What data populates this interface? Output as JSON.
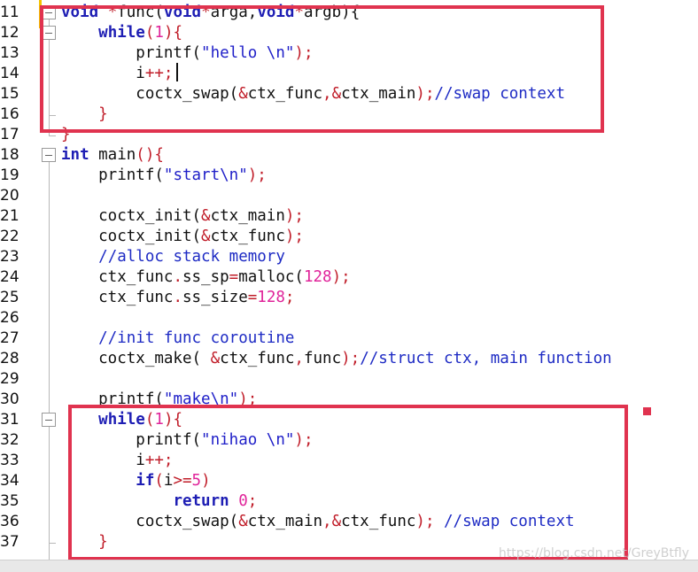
{
  "lines": [
    {
      "n": "11",
      "tokens": [
        [
          "kw",
          "void"
        ],
        [
          "op",
          " *"
        ],
        [
          "txt",
          "func("
        ],
        [
          "kw",
          "void"
        ],
        [
          "op",
          "*"
        ],
        [
          "txt",
          "arga,"
        ],
        [
          "kw",
          "void"
        ],
        [
          "op",
          "*"
        ],
        [
          "txt",
          "argb){"
        ]
      ]
    },
    {
      "n": "12",
      "tokens": [
        [
          "txt",
          "    "
        ],
        [
          "kw",
          "while"
        ],
        [
          "op",
          "("
        ],
        [
          "num",
          "1"
        ],
        [
          "op",
          "){"
        ]
      ]
    },
    {
      "n": "13",
      "tokens": [
        [
          "txt",
          "        printf("
        ],
        [
          "str",
          "\"hello \\n\""
        ],
        [
          "op",
          ");"
        ]
      ]
    },
    {
      "n": "14",
      "tokens": [
        [
          "txt",
          "        i"
        ],
        [
          "op",
          "++;"
        ]
      ]
    },
    {
      "n": "15",
      "tokens": [
        [
          "txt",
          "        coctx_swap("
        ],
        [
          "op",
          "&"
        ],
        [
          "txt",
          "ctx_func"
        ],
        [
          "op",
          ",&"
        ],
        [
          "txt",
          "ctx_main"
        ],
        [
          "op",
          ");"
        ],
        [
          "cm",
          "//swap context"
        ]
      ]
    },
    {
      "n": "16",
      "tokens": [
        [
          "txt",
          "    "
        ],
        [
          "op",
          "}"
        ]
      ]
    },
    {
      "n": "17",
      "tokens": [
        [
          "op",
          "}"
        ]
      ]
    },
    {
      "n": "18",
      "tokens": [
        [
          "kw",
          "int"
        ],
        [
          "txt",
          " main"
        ],
        [
          "op",
          "(){"
        ]
      ]
    },
    {
      "n": "19",
      "tokens": [
        [
          "txt",
          "    printf("
        ],
        [
          "str",
          "\"start\\n\""
        ],
        [
          "op",
          ");"
        ]
      ]
    },
    {
      "n": "20",
      "tokens": []
    },
    {
      "n": "21",
      "tokens": [
        [
          "txt",
          "    coctx_init("
        ],
        [
          "op",
          "&"
        ],
        [
          "txt",
          "ctx_main"
        ],
        [
          "op",
          ");"
        ]
      ]
    },
    {
      "n": "22",
      "tokens": [
        [
          "txt",
          "    coctx_init("
        ],
        [
          "op",
          "&"
        ],
        [
          "txt",
          "ctx_func"
        ],
        [
          "op",
          ");"
        ]
      ]
    },
    {
      "n": "23",
      "tokens": [
        [
          "txt",
          "    "
        ],
        [
          "cm",
          "//alloc stack memory"
        ]
      ]
    },
    {
      "n": "24",
      "tokens": [
        [
          "txt",
          "    ctx_func"
        ],
        [
          "op",
          "."
        ],
        [
          "txt",
          "ss_sp"
        ],
        [
          "op",
          "="
        ],
        [
          "txt",
          "malloc("
        ],
        [
          "num",
          "128"
        ],
        [
          "op",
          ");"
        ]
      ]
    },
    {
      "n": "25",
      "tokens": [
        [
          "txt",
          "    ctx_func"
        ],
        [
          "op",
          "."
        ],
        [
          "txt",
          "ss_size"
        ],
        [
          "op",
          "="
        ],
        [
          "num",
          "128"
        ],
        [
          "op",
          ";"
        ]
      ]
    },
    {
      "n": "26",
      "tokens": []
    },
    {
      "n": "27",
      "tokens": [
        [
          "txt",
          "    "
        ],
        [
          "cm",
          "//init func coroutine"
        ]
      ]
    },
    {
      "n": "28",
      "tokens": [
        [
          "txt",
          "    coctx_make( "
        ],
        [
          "op",
          "&"
        ],
        [
          "txt",
          "ctx_func"
        ],
        [
          "op",
          ","
        ],
        [
          "txt",
          "func"
        ],
        [
          "op",
          ");"
        ],
        [
          "cm",
          "//struct ctx, main function"
        ]
      ]
    },
    {
      "n": "29",
      "tokens": []
    },
    {
      "n": "30",
      "tokens": [
        [
          "txt",
          "    printf("
        ],
        [
          "str",
          "\"make\\n\""
        ],
        [
          "op",
          ");"
        ]
      ]
    },
    {
      "n": "31",
      "tokens": [
        [
          "txt",
          "    "
        ],
        [
          "kw",
          "while"
        ],
        [
          "op",
          "("
        ],
        [
          "num",
          "1"
        ],
        [
          "op",
          "){"
        ]
      ]
    },
    {
      "n": "32",
      "tokens": [
        [
          "txt",
          "        printf("
        ],
        [
          "str",
          "\"nihao \\n\""
        ],
        [
          "op",
          ");"
        ]
      ]
    },
    {
      "n": "33",
      "tokens": [
        [
          "txt",
          "        i"
        ],
        [
          "op",
          "++;"
        ]
      ]
    },
    {
      "n": "34",
      "tokens": [
        [
          "txt",
          "        "
        ],
        [
          "kw",
          "if"
        ],
        [
          "op",
          "("
        ],
        [
          "txt",
          "i"
        ],
        [
          "op",
          ">="
        ],
        [
          "num",
          "5"
        ],
        [
          "op",
          ")"
        ]
      ]
    },
    {
      "n": "35",
      "tokens": [
        [
          "txt",
          "            "
        ],
        [
          "kw",
          "return"
        ],
        [
          "txt",
          " "
        ],
        [
          "num",
          "0"
        ],
        [
          "op",
          ";"
        ]
      ]
    },
    {
      "n": "36",
      "tokens": [
        [
          "txt",
          "        coctx_swap("
        ],
        [
          "op",
          "&"
        ],
        [
          "txt",
          "ctx_main"
        ],
        [
          "op",
          ",&"
        ],
        [
          "txt",
          "ctx_func"
        ],
        [
          "op",
          ");"
        ],
        [
          "cm",
          " //swap context"
        ]
      ]
    },
    {
      "n": "37",
      "tokens": [
        [
          "txt",
          "    "
        ],
        [
          "op",
          "}"
        ]
      ]
    }
  ],
  "watermark": "https://blog.csdn.net/GreyBtfly",
  "colors": {
    "keyword": "#1e1eb4",
    "string": "#1e1ec8",
    "number": "#e0249a",
    "operator": "#c01c28",
    "comment": "#1e2bc4",
    "highlight": "#e0334f"
  }
}
